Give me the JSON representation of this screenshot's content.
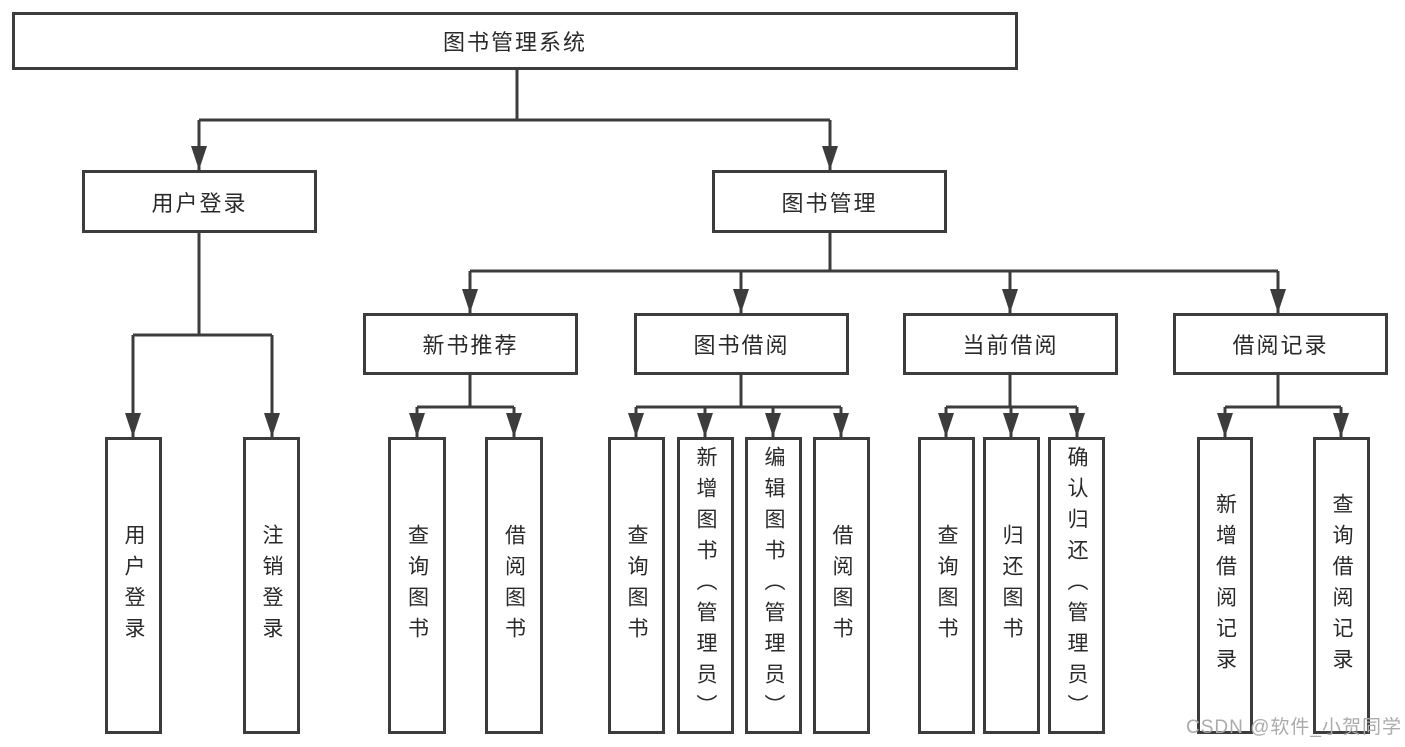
{
  "watermark": {
    "text": "CSDN @软件_小贺同学"
  },
  "colors": {
    "line": "#3c3c3c",
    "box_border": "#3c3c3c",
    "text": "#2a2a2a",
    "watermark": "#ababab",
    "background": "#ffffff"
  },
  "tree": {
    "label": "图书管理系统",
    "children": [
      {
        "label": "用户登录",
        "children": [
          {
            "label": "用户登录"
          },
          {
            "label": "注销登录"
          }
        ]
      },
      {
        "label": "图书管理",
        "children": [
          {
            "label": "新书推荐",
            "children": [
              {
                "label": "查询图书"
              },
              {
                "label": "借阅图书"
              }
            ]
          },
          {
            "label": "图书借阅",
            "children": [
              {
                "label": "查询图书"
              },
              {
                "label": "新增图书（管理员）"
              },
              {
                "label": "编辑图书（管理员）"
              },
              {
                "label": "借阅图书"
              }
            ]
          },
          {
            "label": "当前借阅",
            "children": [
              {
                "label": "查询图书"
              },
              {
                "label": "归还图书"
              },
              {
                "label": "确认归还（管理员）"
              }
            ]
          },
          {
            "label": "借阅记录",
            "children": [
              {
                "label": "新增借阅记录"
              },
              {
                "label": "查询借阅记录"
              }
            ]
          }
        ]
      }
    ]
  }
}
